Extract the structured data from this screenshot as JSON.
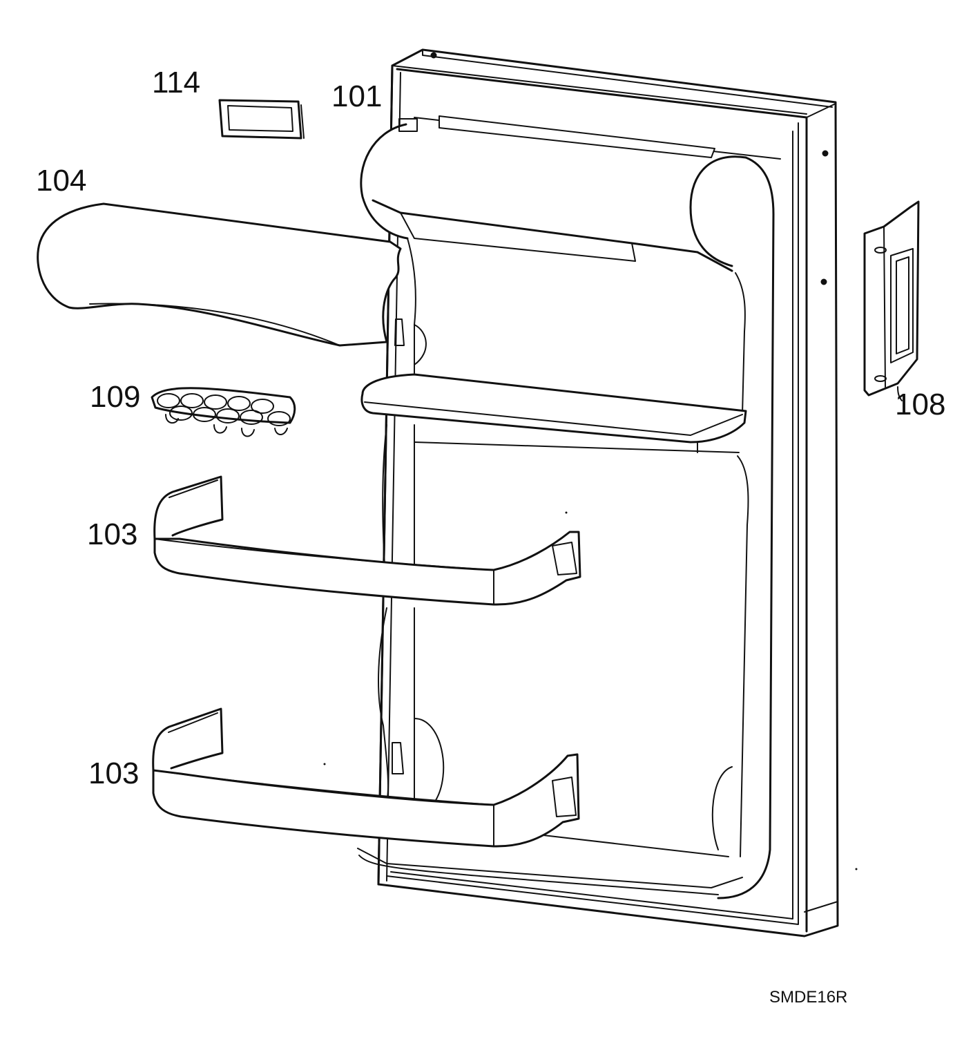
{
  "labels": {
    "p114": "114",
    "p101": "101",
    "p104": "104",
    "p109": "109",
    "p108": "108",
    "p103a": "103",
    "p103b": "103"
  },
  "drawing_code": "SMDE16R",
  "colors": {
    "line": "#111111",
    "fill": "#ffffff"
  }
}
